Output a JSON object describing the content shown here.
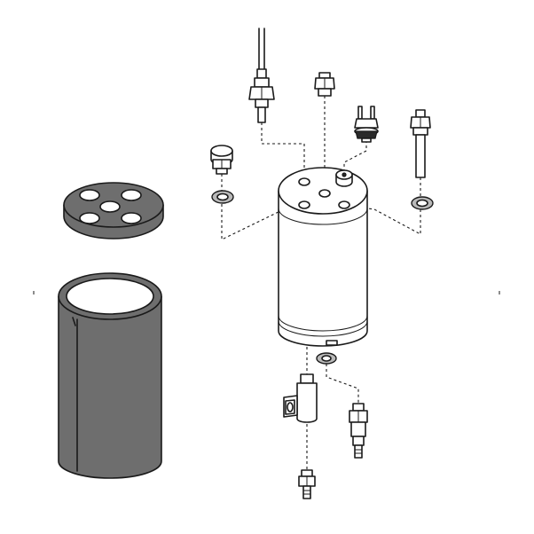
{
  "colors": {
    "line": "#1a1a1a",
    "insulation_fill": "#6e6e6e",
    "gasket_fill": "#b9b9b9",
    "background": "#ffffff"
  },
  "components": [
    "insulating-sleeve",
    "insulation-disc",
    "boiler-tank",
    "probe-sensor",
    "top-fitting",
    "thermostat",
    "level-probe",
    "plug-cap",
    "washer-left",
    "washer-right",
    "washer-bottom",
    "bottom-elbow-fitting",
    "drain-valve",
    "bottom-nipple"
  ]
}
